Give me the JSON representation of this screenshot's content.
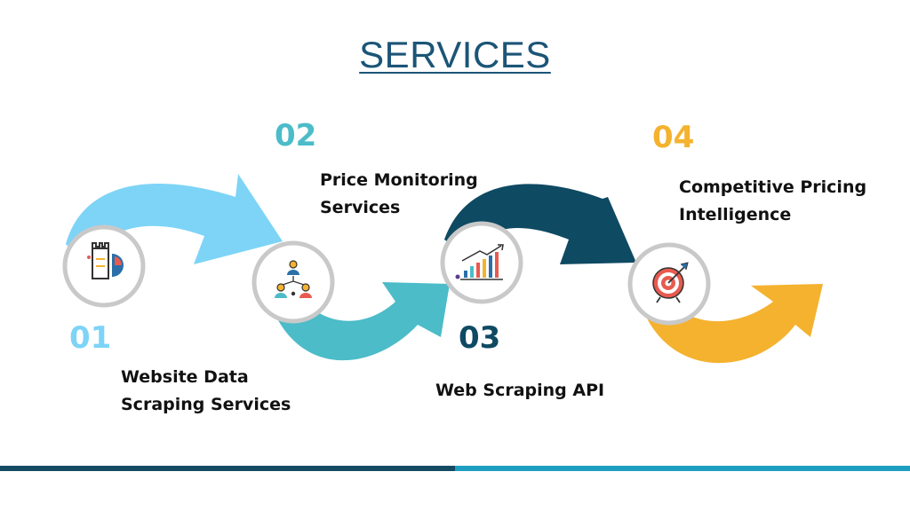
{
  "title": "SERVICES",
  "colors": {
    "title": "#1b5577",
    "step1": "#7dd4f7",
    "step2": "#4bbcc8",
    "step3": "#0f4a63",
    "step4": "#f4b22f",
    "bar_left": "#154b62",
    "bar_right": "#1e9fc2"
  },
  "steps": [
    {
      "number": "01",
      "label": "Website Data\nScraping Services",
      "icon": "strategy-chess-rook-chart-icon"
    },
    {
      "number": "02",
      "label": "Price Monitoring\nServices",
      "icon": "team-network-people-icon"
    },
    {
      "number": "03",
      "label": "Web Scraping API",
      "icon": "bar-chart-growth-icon"
    },
    {
      "number": "04",
      "label": "Competitive Pricing\nIntelligence",
      "icon": "target-arrow-icon"
    }
  ]
}
